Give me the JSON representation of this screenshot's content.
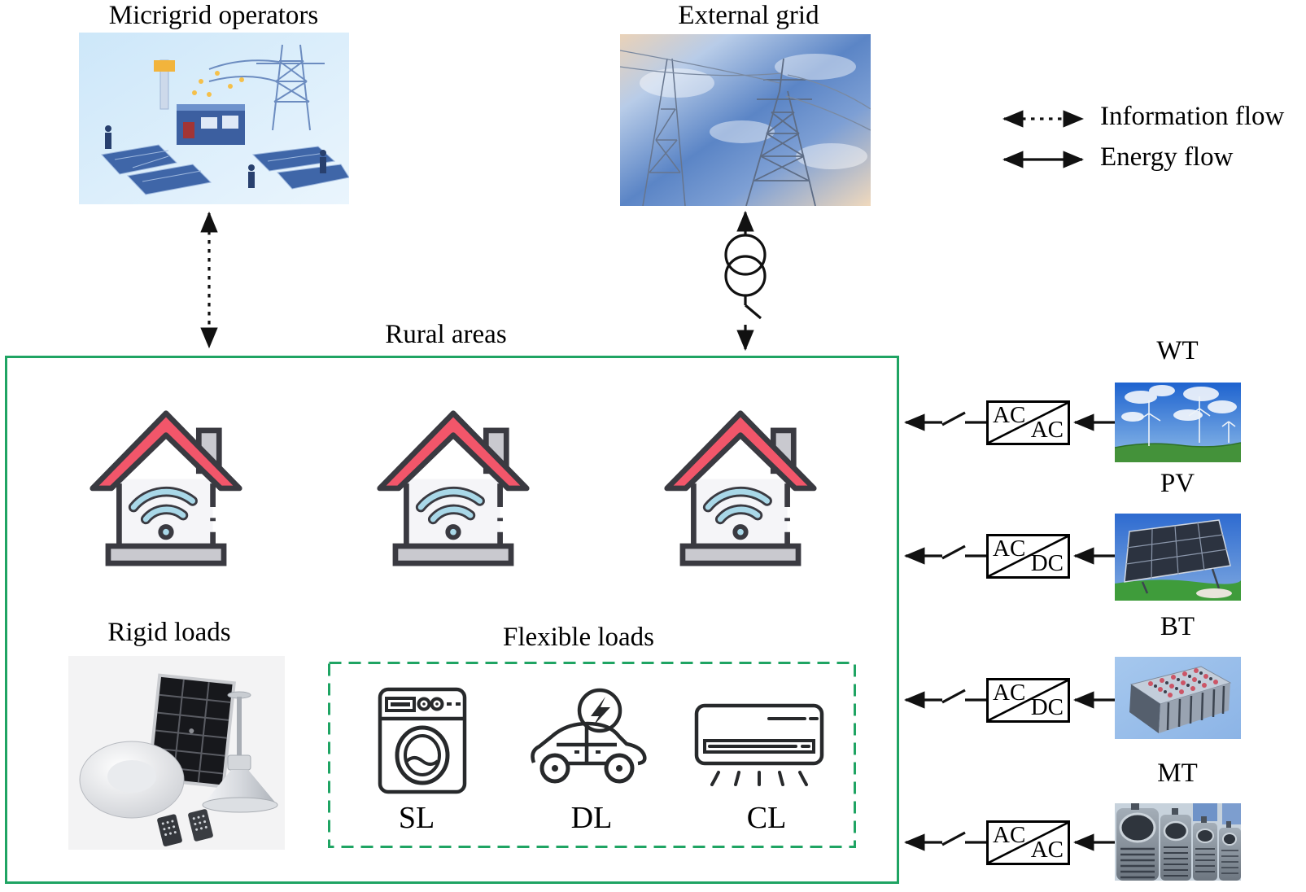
{
  "header": {
    "operators_title": "Micrigrid operators",
    "external_grid_title": "External grid"
  },
  "legend": {
    "information_label": "Information flow",
    "energy_label": "Energy flow"
  },
  "microgrid": {
    "area_title": "Rural areas",
    "rigid_loads_title": "Rigid loads",
    "flexible_loads_title": "Flexible loads",
    "house_count": 3,
    "flexible_loads": [
      {
        "label": "SL",
        "icon": "washing-machine-icon"
      },
      {
        "label": "DL",
        "icon": "ev-car-icon"
      },
      {
        "label": "CL",
        "icon": "air-conditioner-icon"
      }
    ]
  },
  "sources": [
    {
      "label": "WT",
      "converter_top": "AC",
      "converter_bottom": "AC",
      "image": "wind-turbines-photo"
    },
    {
      "label": "PV",
      "converter_top": "AC",
      "converter_bottom": "DC",
      "image": "solar-panels-photo"
    },
    {
      "label": "BT",
      "converter_top": "AC",
      "converter_bottom": "DC",
      "image": "battery-photo"
    },
    {
      "label": "MT",
      "converter_top": "AC",
      "converter_bottom": "AC",
      "image": "micro-turbines-photo"
    }
  ],
  "colors": {
    "accent_green": "#1fa463",
    "roof_red": "#f2566a",
    "wifi_blue": "#a9d8e8",
    "line_black": "#111111"
  }
}
